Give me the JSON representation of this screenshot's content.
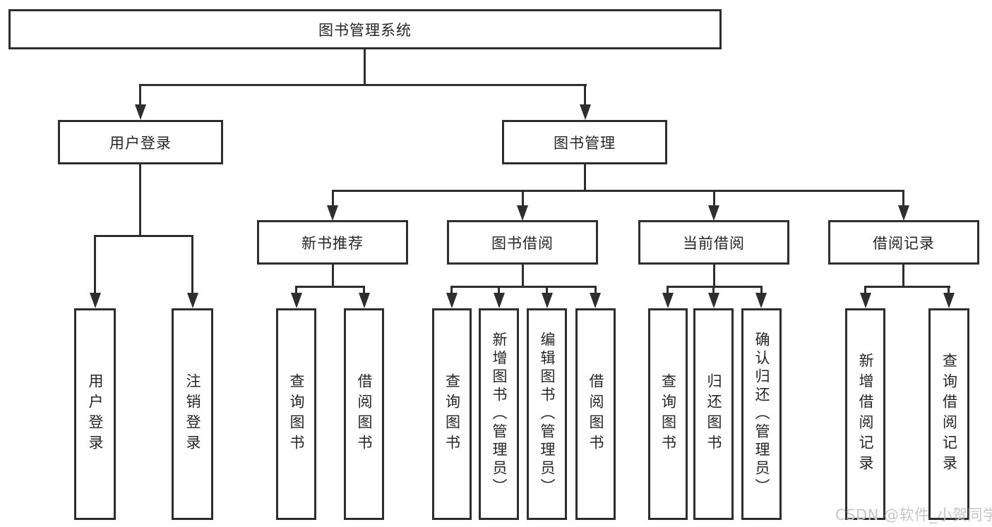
{
  "tree": {
    "root": "图书管理系统",
    "branches": [
      {
        "label": "用户登录",
        "children": [
          "用户登录",
          "注销登录"
        ]
      },
      {
        "label": "图书管理",
        "sections": [
          {
            "label": "新书推荐",
            "children": [
              "查询图书",
              "借阅图书"
            ]
          },
          {
            "label": "图书借阅",
            "children": [
              "查询图书",
              "新增图书（管理员）",
              "编辑图书（管理员）",
              "借阅图书"
            ]
          },
          {
            "label": "当前借阅",
            "children": [
              "查询图书",
              "归还图书",
              "确认归还（管理员）"
            ]
          },
          {
            "label": "借阅记录",
            "children": [
              "新增借阅记录",
              "查询借阅记录"
            ]
          }
        ]
      }
    ]
  },
  "watermark": {
    "text": "CSDN @软件_小贺同学"
  },
  "colors": {
    "line": "#2e2e2e",
    "box_border": "#2e2e2e",
    "text": "#262626",
    "watermark": "#c6c6c6",
    "background": "#ffffff"
  },
  "icons": {
    "arrow": "arrow-down-icon"
  }
}
